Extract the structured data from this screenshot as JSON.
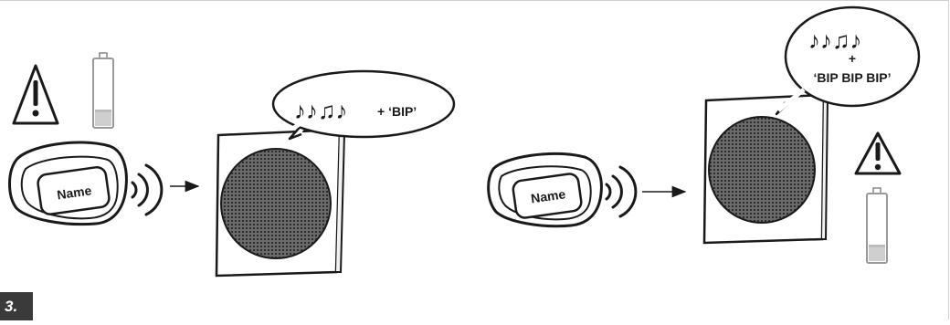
{
  "step": {
    "number": "3."
  },
  "left_scene": {
    "push_button_label": "Name",
    "speech_bubble": {
      "notes": "♪♪♫♪",
      "sound": "+ ‘BIP’"
    }
  },
  "right_scene": {
    "push_button_label": "Name",
    "speech_bubble": {
      "notes": "♪♪♫♪",
      "plus": "+",
      "sound": "‘BIP BIP BIP’"
    }
  },
  "icons": {
    "warning": "warning-triangle-icon",
    "battery": "battery-icon",
    "signal": "wireless-signal-icon",
    "arrow": "arrow-right-icon",
    "chime": "door-chime-speaker-icon"
  },
  "colors": {
    "stroke": "#1a1a1a",
    "grille": "#3a3a3a",
    "badge": "#3a3a3a"
  }
}
